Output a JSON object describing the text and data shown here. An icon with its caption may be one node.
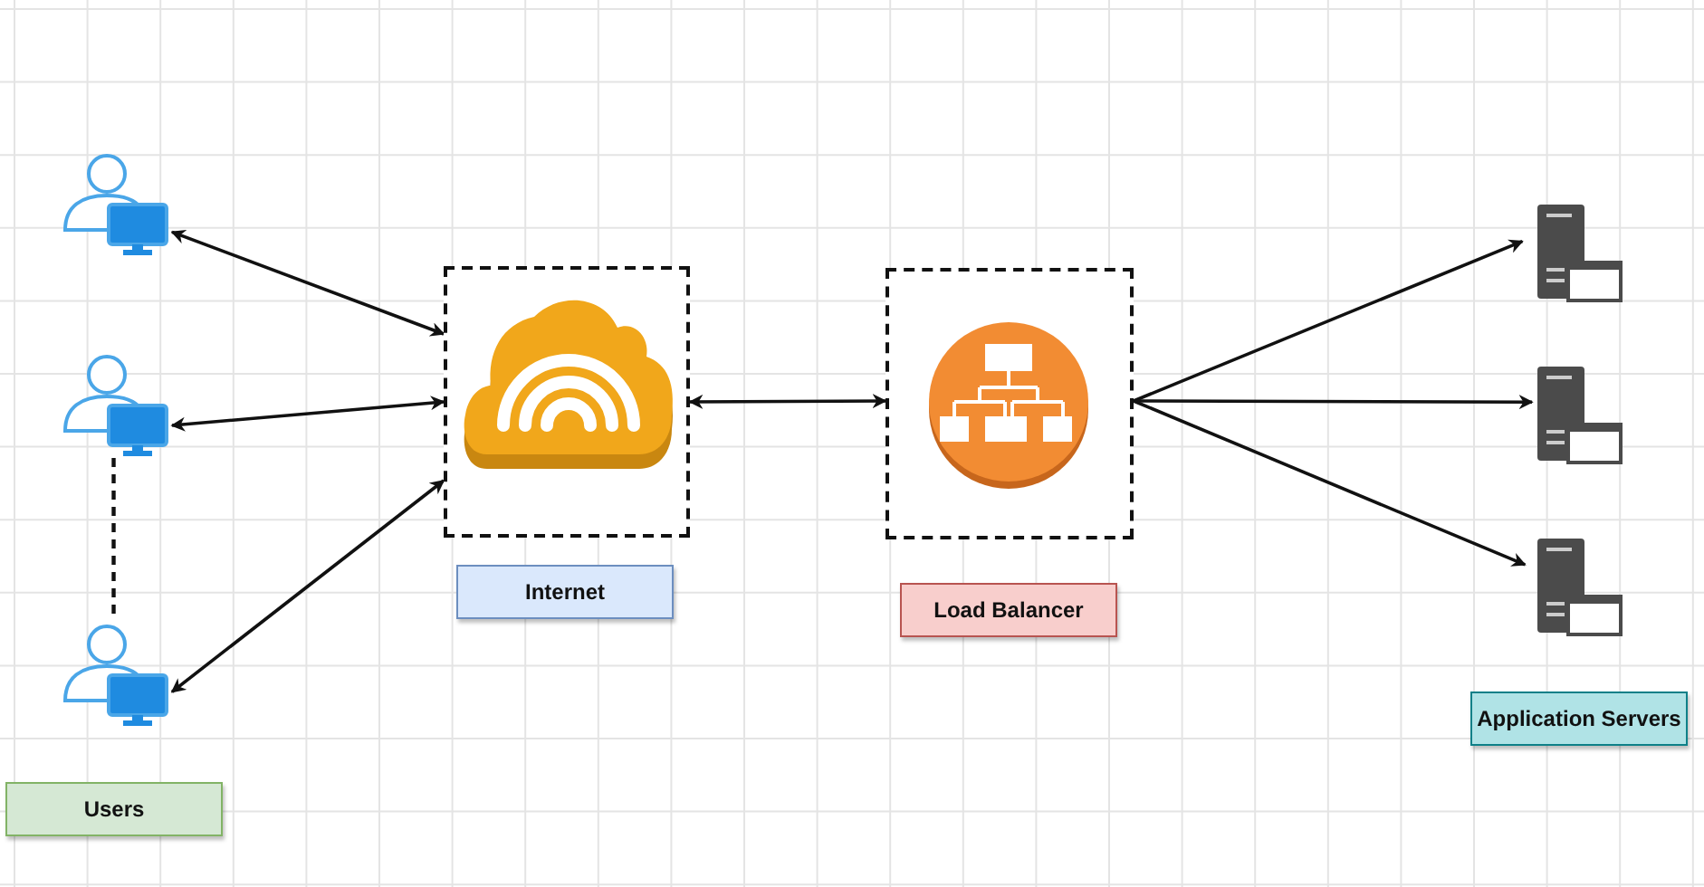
{
  "diagram": {
    "nodes": [
      {
        "text": [],
        "shape": "person"
      },
      {
        "text": [],
        "shape": "person"
      },
      {
        "text": [],
        "shape": "person"
      },
      {
        "text": [],
        "shape": "box"
      },
      {
        "text": [],
        "shape": "box"
      },
      {
        "text": [],
        "shape": "picture"
      },
      {
        "text": [],
        "shape": "picture"
      },
      {
        "text": [],
        "shape": "picture"
      },
      {
        "text": [
          "Users"
        ]
      },
      {
        "text": [
          "Internet"
        ]
      },
      {
        "text": [
          "Load Balancer"
        ]
      },
      {
        "text": [
          "Application Servers"
        ]
      }
    ],
    "edges": [
      {
        "from": 0,
        "to": 3,
        "arrow": "both"
      },
      {
        "from": 1,
        "to": 3,
        "arrow": "both"
      },
      {
        "from": 2,
        "to": 3,
        "arrow": "both"
      },
      {
        "from": 3,
        "to": 4,
        "arrow": "both"
      },
      {
        "from": 4,
        "to": 5,
        "arrow": "to"
      },
      {
        "from": 4,
        "to": 6,
        "arrow": "to"
      },
      {
        "from": 4,
        "to": 7,
        "arrow": "to"
      },
      {
        "from": 1,
        "to": 2,
        "arrow": "none",
        "style": "dashed"
      }
    ]
  }
}
